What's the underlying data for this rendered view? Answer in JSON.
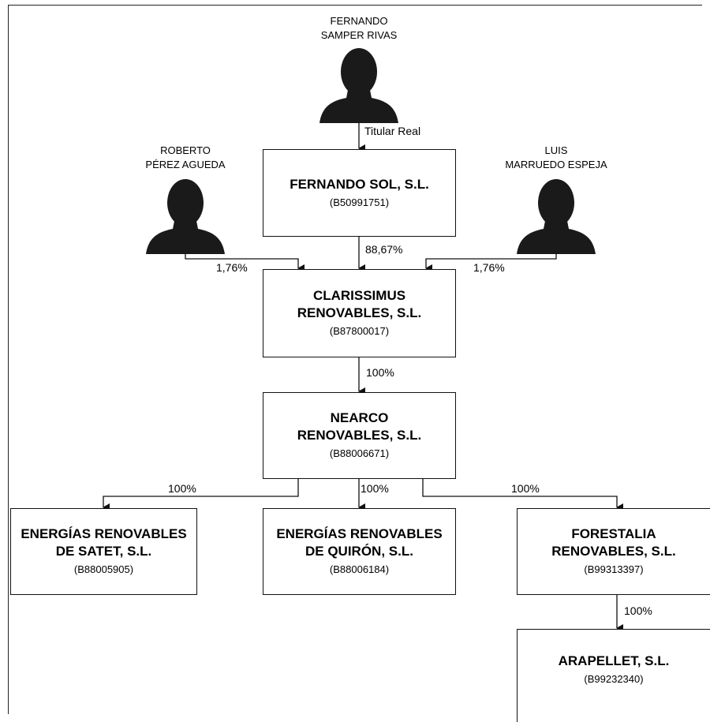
{
  "persons": {
    "fernando": {
      "name": "FERNANDO\nSAMPER RIVAS",
      "icon": "person-silhouette-icon"
    },
    "roberto": {
      "name": "ROBERTO\nPÉREZ AGUEDA",
      "icon": "person-silhouette-icon"
    },
    "luis": {
      "name": "LUIS\nMARRUEDO ESPEJA",
      "icon": "person-silhouette-icon"
    }
  },
  "entities": {
    "fernando_sol": {
      "name": "FERNANDO SOL, S.L.",
      "id": "(B50991751)"
    },
    "clarissimus": {
      "name": "CLARISSIMUS\nRENOVABLES, S.L.",
      "id": "(B87800017)"
    },
    "nearco": {
      "name": "NEARCO\nRENOVABLES, S.L.",
      "id": "(B88006671)"
    },
    "satet": {
      "name": "ENERGÍAS RENOVABLES\nDE SATET, S.L.",
      "id": "(B88005905)"
    },
    "quiron": {
      "name": "ENERGÍAS RENOVABLES\nDE QUIRÓN, S.L.",
      "id": "(B88006184)"
    },
    "forestalia": {
      "name": "FORESTALIA\nRENOVABLES, S.L.",
      "id": "(B99313397)"
    },
    "arapellet": {
      "name": "ARAPELLET, S.L.",
      "id": "(B99232340)"
    }
  },
  "edges": {
    "titular_real": "Titular Real",
    "sol_to_clarissimus": "88,67%",
    "roberto_to_clarissimus": "1,76%",
    "luis_to_clarissimus": "1,76%",
    "clarissimus_to_nearco": "100%",
    "nearco_to_satet": "100%",
    "nearco_to_quiron": "100%",
    "nearco_to_forestalia": "100%",
    "forestalia_to_arapellet": "100%"
  },
  "colors": {
    "line": "#111111",
    "silhouette": "#1a1a1a"
  }
}
